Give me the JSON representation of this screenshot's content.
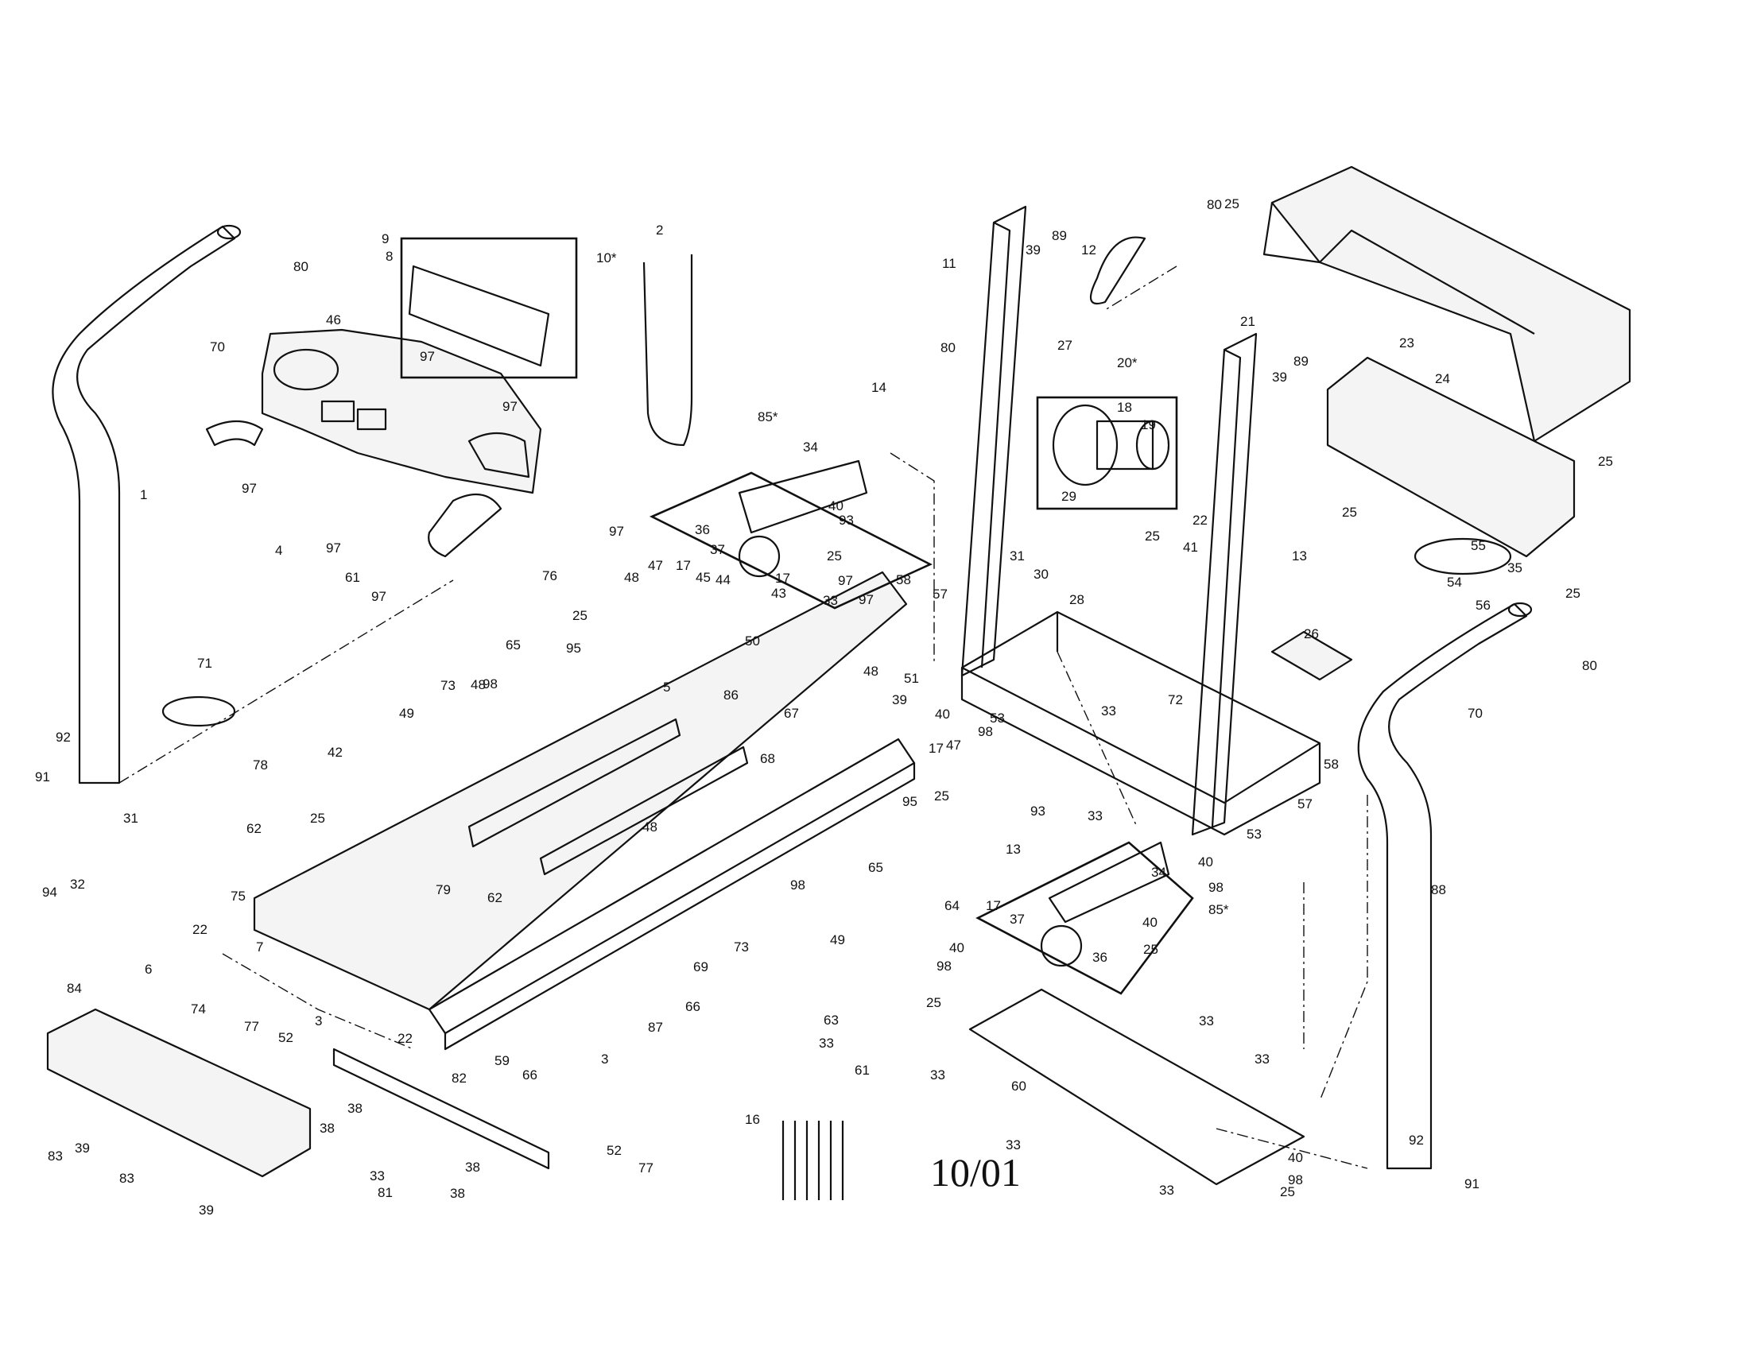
{
  "diagram": {
    "footer_code": "10/01",
    "callouts": [
      {
        "id": "c-1",
        "text": "1"
      },
      {
        "id": "c-2",
        "text": "2"
      },
      {
        "id": "c-3a",
        "text": "3"
      },
      {
        "id": "c-3b",
        "text": "3"
      },
      {
        "id": "c-4",
        "text": "4"
      },
      {
        "id": "c-5",
        "text": "5"
      },
      {
        "id": "c-6",
        "text": "6"
      },
      {
        "id": "c-7",
        "text": "7"
      },
      {
        "id": "c-8",
        "text": "8"
      },
      {
        "id": "c-9",
        "text": "9"
      },
      {
        "id": "c-10",
        "text": "10*"
      },
      {
        "id": "c-11",
        "text": "11"
      },
      {
        "id": "c-12",
        "text": "12"
      },
      {
        "id": "c-13a",
        "text": "13"
      },
      {
        "id": "c-13b",
        "text": "13"
      },
      {
        "id": "c-14",
        "text": "14"
      },
      {
        "id": "c-16",
        "text": "16"
      },
      {
        "id": "c-17a",
        "text": "17"
      },
      {
        "id": "c-17b",
        "text": "17"
      },
      {
        "id": "c-17c",
        "text": "17"
      },
      {
        "id": "c-17d",
        "text": "17"
      },
      {
        "id": "c-18",
        "text": "18"
      },
      {
        "id": "c-19",
        "text": "19"
      },
      {
        "id": "c-20",
        "text": "20*"
      },
      {
        "id": "c-21",
        "text": "21"
      },
      {
        "id": "c-22a",
        "text": "22"
      },
      {
        "id": "c-22b",
        "text": "22"
      },
      {
        "id": "c-22c",
        "text": "22"
      },
      {
        "id": "c-23",
        "text": "23"
      },
      {
        "id": "c-24",
        "text": "24"
      },
      {
        "id": "c-25a",
        "text": "25"
      },
      {
        "id": "c-25b",
        "text": "25"
      },
      {
        "id": "c-25c",
        "text": "25"
      },
      {
        "id": "c-25d",
        "text": "25"
      },
      {
        "id": "c-25e",
        "text": "25"
      },
      {
        "id": "c-25f",
        "text": "25"
      },
      {
        "id": "c-25g",
        "text": "25"
      },
      {
        "id": "c-25h",
        "text": "25"
      },
      {
        "id": "c-25i",
        "text": "25"
      },
      {
        "id": "c-25j",
        "text": "25"
      },
      {
        "id": "c-25k",
        "text": "25"
      },
      {
        "id": "c-25l",
        "text": "25"
      },
      {
        "id": "c-26",
        "text": "26"
      },
      {
        "id": "c-27",
        "text": "27"
      },
      {
        "id": "c-28",
        "text": "28"
      },
      {
        "id": "c-29",
        "text": "29"
      },
      {
        "id": "c-30",
        "text": "30"
      },
      {
        "id": "c-31a",
        "text": "31"
      },
      {
        "id": "c-31b",
        "text": "31"
      },
      {
        "id": "c-32",
        "text": "32"
      },
      {
        "id": "c-33a",
        "text": "33"
      },
      {
        "id": "c-33b",
        "text": "33"
      },
      {
        "id": "c-33c",
        "text": "33"
      },
      {
        "id": "c-33d",
        "text": "33"
      },
      {
        "id": "c-33e",
        "text": "33"
      },
      {
        "id": "c-33f",
        "text": "33"
      },
      {
        "id": "c-33g",
        "text": "33"
      },
      {
        "id": "c-33h",
        "text": "33"
      },
      {
        "id": "c-33i",
        "text": "33"
      },
      {
        "id": "c-33j",
        "text": "33"
      },
      {
        "id": "c-34a",
        "text": "34"
      },
      {
        "id": "c-34b",
        "text": "34"
      },
      {
        "id": "c-35",
        "text": "35"
      },
      {
        "id": "c-36a",
        "text": "36"
      },
      {
        "id": "c-36b",
        "text": "36"
      },
      {
        "id": "c-37a",
        "text": "37"
      },
      {
        "id": "c-37b",
        "text": "37"
      },
      {
        "id": "c-38a",
        "text": "38"
      },
      {
        "id": "c-38b",
        "text": "38"
      },
      {
        "id": "c-38c",
        "text": "38"
      },
      {
        "id": "c-38d",
        "text": "38"
      },
      {
        "id": "c-39a",
        "text": "39"
      },
      {
        "id": "c-39b",
        "text": "39"
      },
      {
        "id": "c-39c",
        "text": "39"
      },
      {
        "id": "c-39d",
        "text": "39"
      },
      {
        "id": "c-39e",
        "text": "39"
      },
      {
        "id": "c-40a",
        "text": "40"
      },
      {
        "id": "c-40b",
        "text": "40"
      },
      {
        "id": "c-40c",
        "text": "40"
      },
      {
        "id": "c-40d",
        "text": "40"
      },
      {
        "id": "c-40e",
        "text": "40"
      },
      {
        "id": "c-40f",
        "text": "40"
      },
      {
        "id": "c-41",
        "text": "41"
      },
      {
        "id": "c-42",
        "text": "42"
      },
      {
        "id": "c-43",
        "text": "43"
      },
      {
        "id": "c-44",
        "text": "44"
      },
      {
        "id": "c-45",
        "text": "45"
      },
      {
        "id": "c-46",
        "text": "46"
      },
      {
        "id": "c-47a",
        "text": "47"
      },
      {
        "id": "c-47b",
        "text": "47"
      },
      {
        "id": "c-48a",
        "text": "48"
      },
      {
        "id": "c-48b",
        "text": "48"
      },
      {
        "id": "c-48c",
        "text": "48"
      },
      {
        "id": "c-48d",
        "text": "48"
      },
      {
        "id": "c-49a",
        "text": "49"
      },
      {
        "id": "c-49b",
        "text": "49"
      },
      {
        "id": "c-50",
        "text": "50"
      },
      {
        "id": "c-51",
        "text": "51"
      },
      {
        "id": "c-52a",
        "text": "52"
      },
      {
        "id": "c-52b",
        "text": "52"
      },
      {
        "id": "c-53a",
        "text": "53"
      },
      {
        "id": "c-53b",
        "text": "53"
      },
      {
        "id": "c-54",
        "text": "54"
      },
      {
        "id": "c-55",
        "text": "55"
      },
      {
        "id": "c-56",
        "text": "56"
      },
      {
        "id": "c-57a",
        "text": "57"
      },
      {
        "id": "c-57b",
        "text": "57"
      },
      {
        "id": "c-58a",
        "text": "58"
      },
      {
        "id": "c-58b",
        "text": "58"
      },
      {
        "id": "c-59",
        "text": "59"
      },
      {
        "id": "c-60",
        "text": "60"
      },
      {
        "id": "c-61a",
        "text": "61"
      },
      {
        "id": "c-61b",
        "text": "61"
      },
      {
        "id": "c-62a",
        "text": "62"
      },
      {
        "id": "c-62b",
        "text": "62"
      },
      {
        "id": "c-63",
        "text": "63"
      },
      {
        "id": "c-64",
        "text": "64"
      },
      {
        "id": "c-65a",
        "text": "65"
      },
      {
        "id": "c-65b",
        "text": "65"
      },
      {
        "id": "c-66a",
        "text": "66"
      },
      {
        "id": "c-66b",
        "text": "66"
      },
      {
        "id": "c-67",
        "text": "67"
      },
      {
        "id": "c-68",
        "text": "68"
      },
      {
        "id": "c-69",
        "text": "69"
      },
      {
        "id": "c-70a",
        "text": "70"
      },
      {
        "id": "c-70b",
        "text": "70"
      },
      {
        "id": "c-71",
        "text": "71"
      },
      {
        "id": "c-72",
        "text": "72"
      },
      {
        "id": "c-73a",
        "text": "73"
      },
      {
        "id": "c-73b",
        "text": "73"
      },
      {
        "id": "c-74",
        "text": "74"
      },
      {
        "id": "c-75",
        "text": "75"
      },
      {
        "id": "c-76",
        "text": "76"
      },
      {
        "id": "c-77a",
        "text": "77"
      },
      {
        "id": "c-77b",
        "text": "77"
      },
      {
        "id": "c-78",
        "text": "78"
      },
      {
        "id": "c-79",
        "text": "79"
      },
      {
        "id": "c-80a",
        "text": "80"
      },
      {
        "id": "c-80b",
        "text": "80"
      },
      {
        "id": "c-80c",
        "text": "80"
      },
      {
        "id": "c-80d",
        "text": "80"
      },
      {
        "id": "c-81",
        "text": "81"
      },
      {
        "id": "c-82",
        "text": "82"
      },
      {
        "id": "c-83a",
        "text": "83"
      },
      {
        "id": "c-83b",
        "text": "83"
      },
      {
        "id": "c-84",
        "text": "84"
      },
      {
        "id": "c-85a",
        "text": "85*"
      },
      {
        "id": "c-85b",
        "text": "85*"
      },
      {
        "id": "c-86",
        "text": "86"
      },
      {
        "id": "c-87",
        "text": "87"
      },
      {
        "id": "c-88",
        "text": "88"
      },
      {
        "id": "c-89a",
        "text": "89"
      },
      {
        "id": "c-89b",
        "text": "89"
      },
      {
        "id": "c-91a",
        "text": "91"
      },
      {
        "id": "c-91b",
        "text": "91"
      },
      {
        "id": "c-92a",
        "text": "92"
      },
      {
        "id": "c-92b",
        "text": "92"
      },
      {
        "id": "c-93a",
        "text": "93"
      },
      {
        "id": "c-93b",
        "text": "93"
      },
      {
        "id": "c-94",
        "text": "94"
      },
      {
        "id": "c-95a",
        "text": "95"
      },
      {
        "id": "c-95b",
        "text": "95"
      },
      {
        "id": "c-97a",
        "text": "97"
      },
      {
        "id": "c-97b",
        "text": "97"
      },
      {
        "id": "c-97c",
        "text": "97"
      },
      {
        "id": "c-97d",
        "text": "97"
      },
      {
        "id": "c-97e",
        "text": "97"
      },
      {
        "id": "c-97f",
        "text": "97"
      },
      {
        "id": "c-97g",
        "text": "97"
      },
      {
        "id": "c-97h",
        "text": "97"
      },
      {
        "id": "c-98a",
        "text": "98"
      },
      {
        "id": "c-98b",
        "text": "98"
      },
      {
        "id": "c-98c",
        "text": "98"
      },
      {
        "id": "c-98d",
        "text": "98"
      },
      {
        "id": "c-98e",
        "text": "98"
      },
      {
        "id": "c-98f",
        "text": "98"
      }
    ]
  }
}
